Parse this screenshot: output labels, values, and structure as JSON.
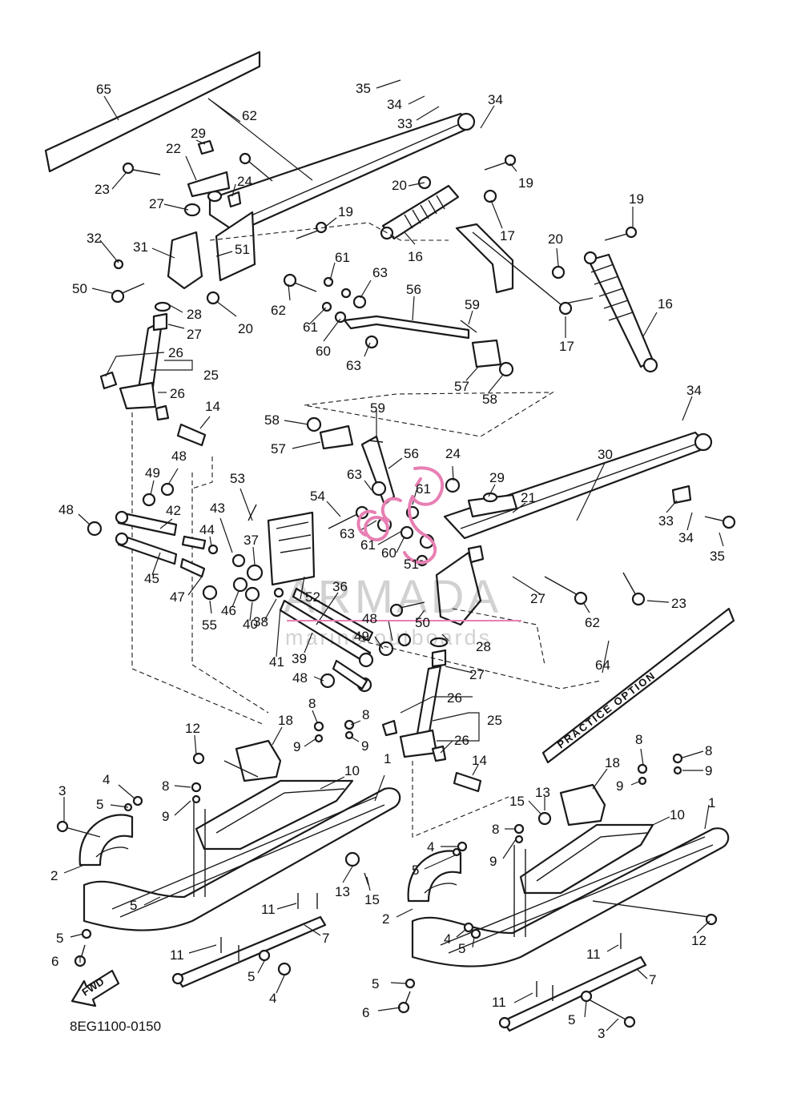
{
  "diagram": {
    "code": "8EG1100-0150",
    "fwd_label": "FWD"
  },
  "watermark": {
    "brand": "ARMADA",
    "tagline": "marine outboards",
    "accent": "#e77fb3"
  },
  "decal": {
    "text": "PRACTICE OPTION"
  },
  "callouts": {
    "c65": "65",
    "c62a": "62",
    "c29a": "29",
    "c22": "22",
    "c23a": "23",
    "c24a": "24",
    "c27a": "27",
    "c32": "32",
    "c31": "31",
    "c50a": "50",
    "c51a": "51",
    "c28a": "28",
    "c27b": "27",
    "c26a": "26",
    "c26b": "26",
    "c25a": "25",
    "c20a": "20",
    "c19a": "19",
    "c61a": "61",
    "c62b": "62",
    "c61b": "61",
    "c60a": "60",
    "c63a": "63",
    "c63b": "63",
    "c56a": "56",
    "c59a": "59",
    "c57a": "57",
    "c58a": "58",
    "c35a": "35",
    "c34a": "34",
    "c33a": "33",
    "c34b": "34",
    "c20b": "20",
    "c19b": "19",
    "c16a": "16",
    "c17a": "17",
    "c19c": "19",
    "c20c": "20",
    "c16b": "16",
    "c17b": "17",
    "c14a": "14",
    "c49a": "49",
    "c48a": "48",
    "c48b": "48",
    "c42": "42",
    "c45": "45",
    "c47": "47",
    "c53": "53",
    "c43": "43",
    "c44": "44",
    "c37": "37",
    "c55": "55",
    "c46": "46",
    "c40": "40",
    "c38": "38",
    "c41": "41",
    "c39": "39",
    "c36": "36",
    "c52": "52",
    "c58b": "58",
    "c57b": "57",
    "c59b": "59",
    "c56b": "56",
    "c63c": "63",
    "c54": "54",
    "c61c": "61",
    "c63d": "63",
    "c61d": "61",
    "c60b": "60",
    "c51b": "51",
    "c48c": "48",
    "c49b": "49",
    "c48d": "48",
    "c50b": "50",
    "c28b": "28",
    "c27c": "27",
    "c24b": "24",
    "c29b": "29",
    "c21": "21",
    "c30": "30",
    "c34c": "34",
    "c33b": "33",
    "c34d": "34",
    "c35b": "35",
    "c27d": "27",
    "c62c": "62",
    "c23b": "23",
    "c64": "64",
    "c26c": "26",
    "c25b": "25",
    "c26d": "26",
    "c14b": "14",
    "c18a": "18",
    "c12a": "12",
    "c8a": "8",
    "c9a": "9",
    "c8b": "8",
    "c9b": "9",
    "c10a": "10",
    "c1a": "1",
    "c3a": "3",
    "c4a": "4",
    "c5a": "5",
    "c8c": "8",
    "c9c": "9",
    "c2a": "2",
    "c5b": "5",
    "c13a": "13",
    "c15a": "15",
    "c11a": "11",
    "c7a": "7",
    "c5c": "5",
    "c6a": "6",
    "c11b": "11",
    "c5d": "5",
    "c4b": "4",
    "c18b": "18",
    "c8d": "8",
    "c8e": "8",
    "c9d": "9",
    "c9e": "9",
    "c15b": "15",
    "c13b": "13",
    "c10b": "10",
    "c1b": "1",
    "c8f": "8",
    "c9f": "9",
    "c4c": "4",
    "c5e": "5",
    "c2b": "2",
    "c4d": "4",
    "c5f": "5",
    "c12b": "12",
    "c11c": "11",
    "c7b": "7",
    "c5g": "5",
    "c6b": "6",
    "c11d": "11",
    "c5h": "5",
    "c3b": "3"
  }
}
